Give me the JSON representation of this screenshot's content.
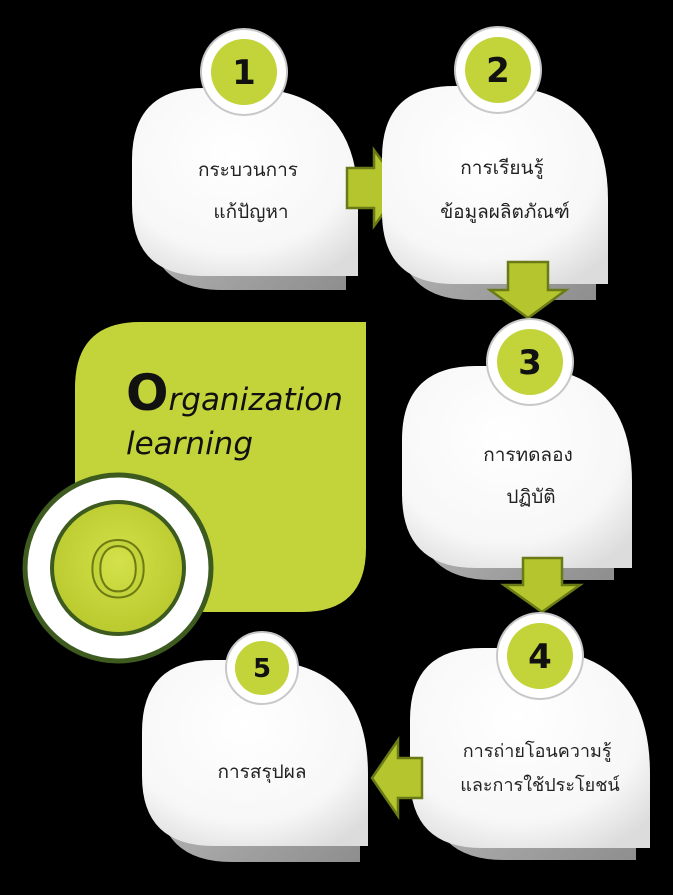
{
  "title": {
    "cap_letter": "O",
    "line1_rest": "rganization",
    "line2": "learning"
  },
  "logo": {
    "letter": "O"
  },
  "steps": [
    {
      "number": "1",
      "lines": [
        "กระบวนการ",
        "แก้ปัญหา"
      ]
    },
    {
      "number": "2",
      "lines": [
        "การเรียนรู้",
        "ข้อมูลผลิตภัณฑ์"
      ]
    },
    {
      "number": "3",
      "lines": [
        "การทดลอง",
        "ปฏิบัติ"
      ]
    },
    {
      "number": "4",
      "lines": [
        "การถ่ายโอนความรู้",
        "และการใช้ประโยชน์"
      ]
    },
    {
      "number": "5",
      "lines": [
        "การสรุปผล"
      ]
    }
  ],
  "colors": {
    "accent_green": "#c3d33a",
    "dark_green": "#3d5a1f",
    "card_white": "#ffffff",
    "card_shadow": "#9c9c9c",
    "background": "#000000"
  }
}
